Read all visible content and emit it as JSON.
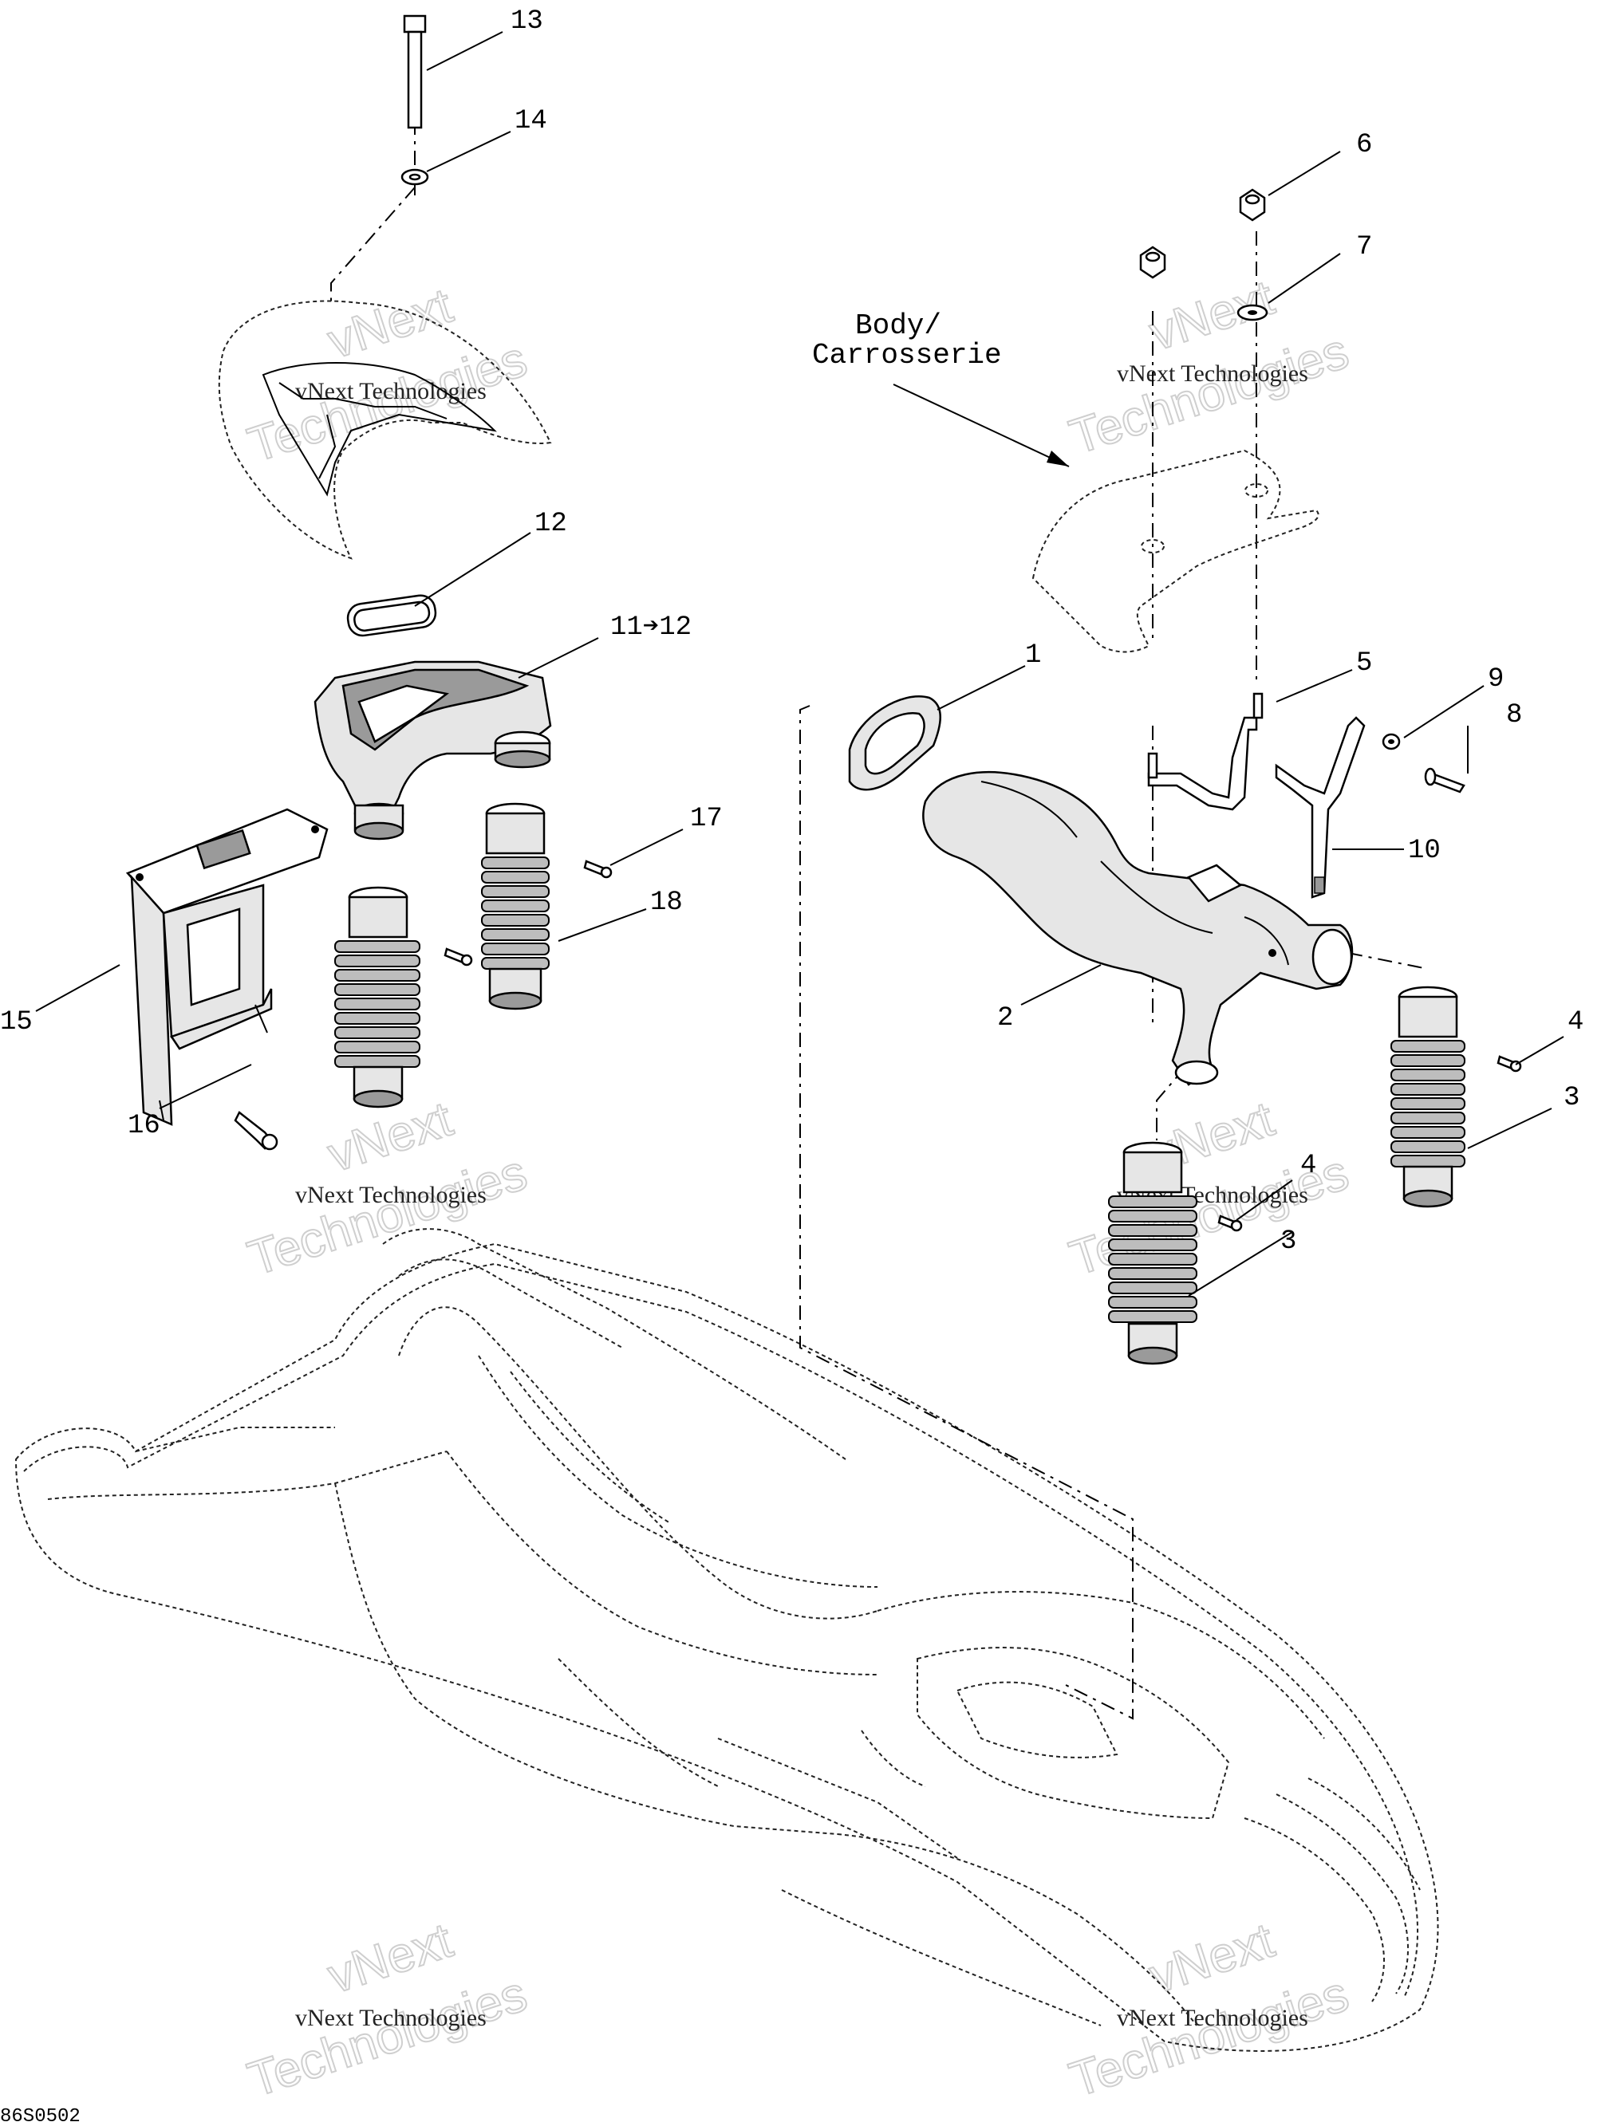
{
  "callouts": {
    "c1": "1",
    "c2": "2",
    "c3a": "3",
    "c3b": "3",
    "c4a": "4",
    "c4b": "4",
    "c5": "5",
    "c6": "6",
    "c7": "7",
    "c8": "8",
    "c9": "9",
    "c10": "10",
    "c11": "11➔12",
    "c12": "12",
    "c13": "13",
    "c14": "14",
    "c15": "15",
    "c16": "16",
    "c17": "17",
    "c18": "18"
  },
  "body_label": {
    "line1": "Body/",
    "line2": "Carrosserie"
  },
  "watermark": {
    "brand": "vNext",
    "company": "Technologies",
    "full": "vNext Technologies"
  },
  "drawing_code": "86S0502"
}
